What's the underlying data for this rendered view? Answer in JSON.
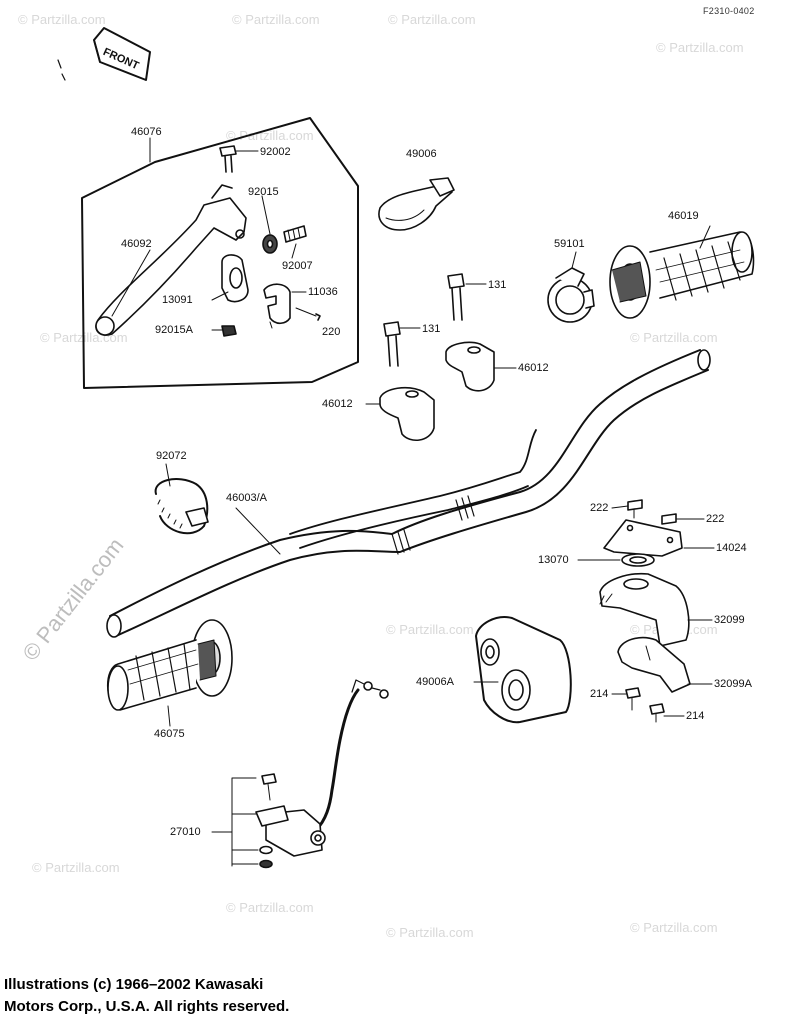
{
  "diagram_code": "F2310-0402",
  "front_label": "FRONT",
  "watermark": "© Partzilla.com",
  "parts": {
    "p46076": "46076",
    "p92002": "92002",
    "p92015": "92015",
    "p46092": "46092",
    "p92007": "92007",
    "p13091": "13091",
    "p11036": "11036",
    "p92015A": "92015A",
    "p220": "220",
    "p49006": "49006",
    "p46019": "46019",
    "p59101": "59101",
    "p131a": "131",
    "p131b": "131",
    "p46012a": "46012",
    "p46012b": "46012",
    "p92072": "92072",
    "p46003A": "46003/A",
    "p222a": "222",
    "p222b": "222",
    "p13070": "13070",
    "p14024": "14024",
    "p32099": "32099",
    "p49006A": "49006A",
    "p32099A": "32099A",
    "p214a": "214",
    "p214b": "214",
    "p46075": "46075",
    "p27010": "27010"
  },
  "copyright": {
    "line1": "Illustrations (c) 1966–2002 Kawasaki",
    "line2": "Motors Corp., U.S.A.  All rights reserved."
  }
}
